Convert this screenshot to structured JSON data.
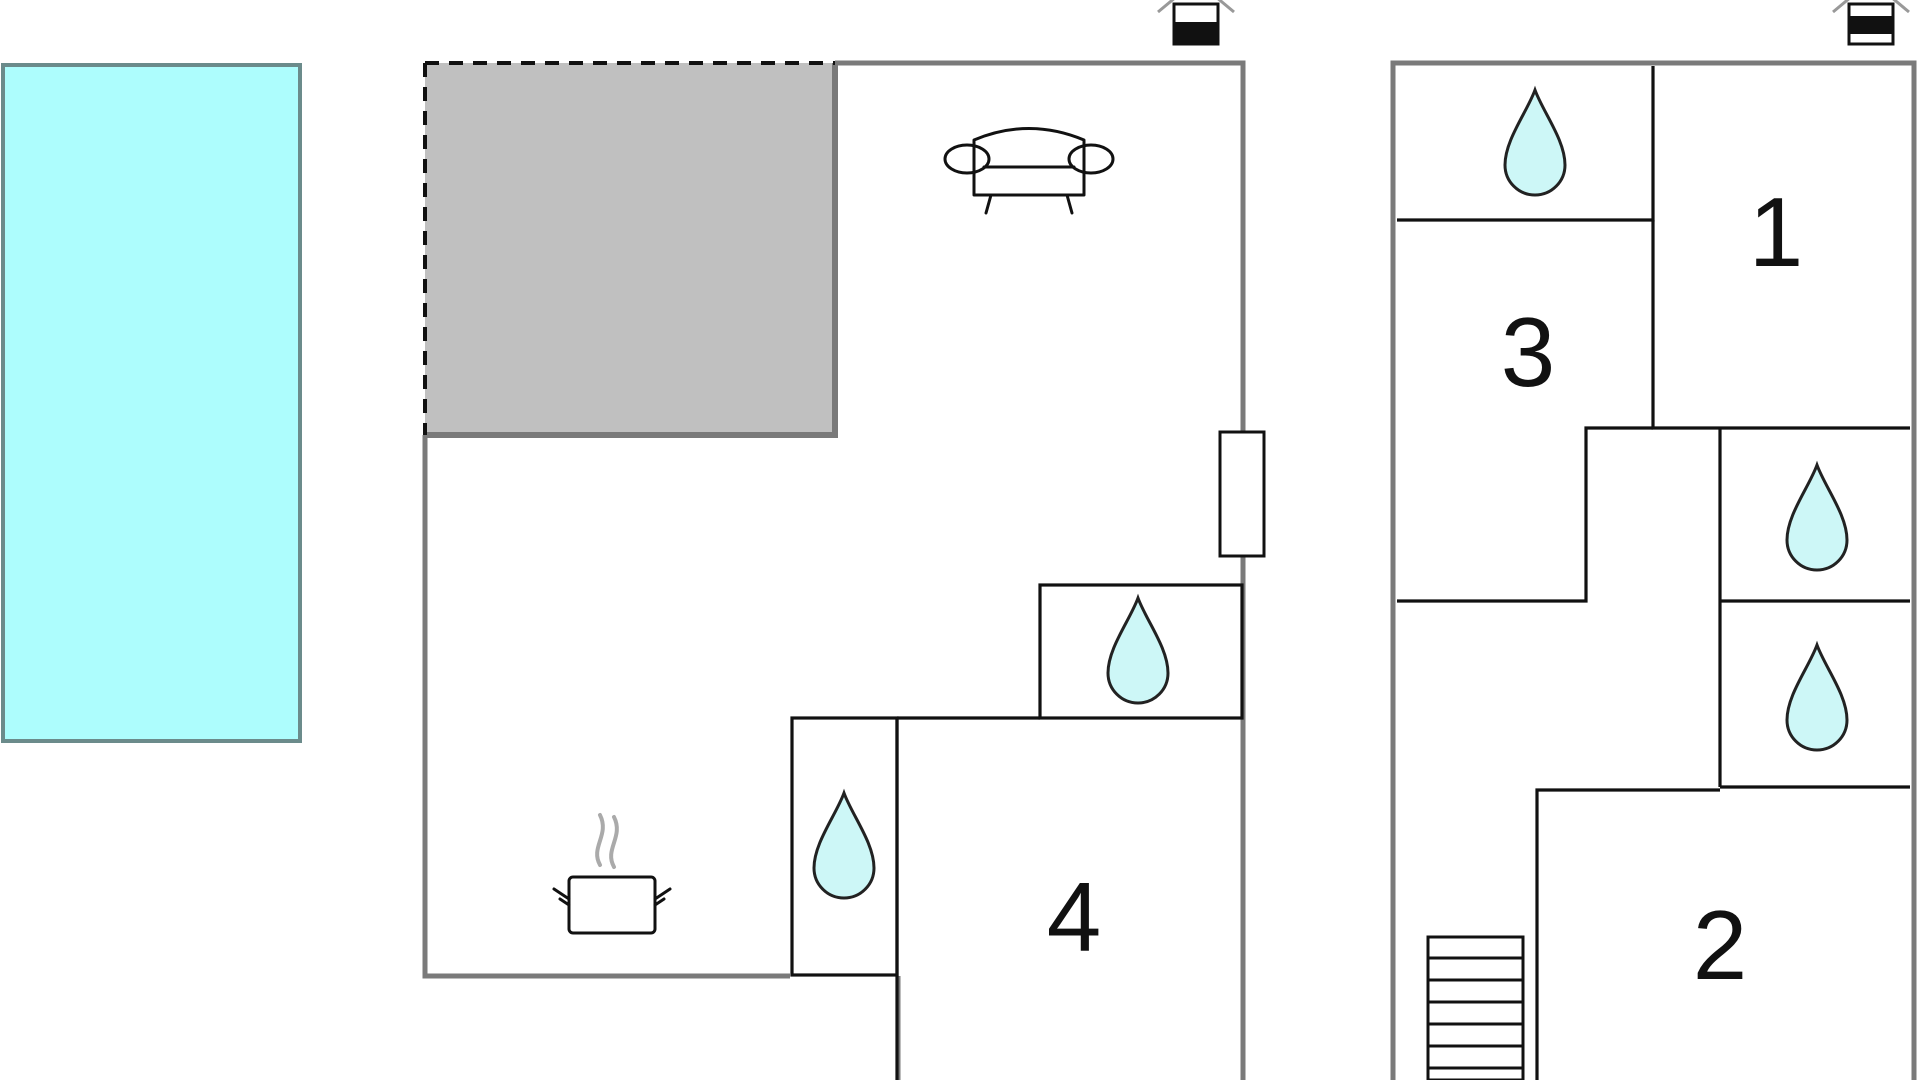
{
  "title": "",
  "colors": {
    "pool": "#adfdfd",
    "terrace": "#c0c0c0",
    "water_drop": "#cdf7f7",
    "outer_wall": "#7a7a7a",
    "inner_wall": "#111111",
    "background": "#ffffff"
  },
  "rooms": [
    {
      "number": "1",
      "label": "1"
    },
    {
      "number": "2",
      "label": "2"
    },
    {
      "number": "3",
      "label": "3"
    },
    {
      "number": "4",
      "label": "4"
    }
  ],
  "icons": [
    "sofa-icon",
    "cooking-pot-icon",
    "water-drop-icon",
    "stairs-icon",
    "chimney-icon",
    "door-icon"
  ],
  "areas": [
    "pool",
    "covered-terrace",
    "ground-floor",
    "upper-floor"
  ]
}
